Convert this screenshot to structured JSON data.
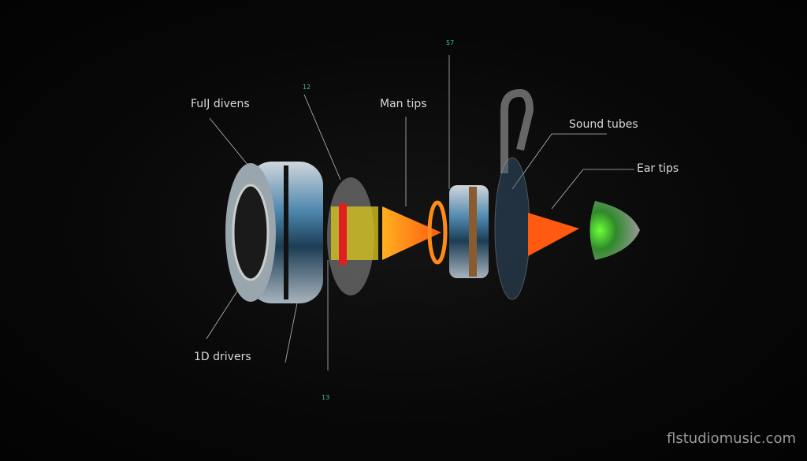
{
  "labels": {
    "full_drivers": "FuIJ divens",
    "main_tips": "Man tips",
    "sound_tubes": "Sound tubes",
    "ear_tips": "Ear tips",
    "drivers_1d": "1D drivers"
  },
  "numbers": {
    "n12": "12",
    "n57": "57",
    "n13": "13"
  },
  "watermark": "flstudiomusic.com",
  "colors": {
    "background": "#050505",
    "accent_orange": "#ff8a1a",
    "accent_green": "#3fd040",
    "metal_blue": "#3a6d8f"
  }
}
